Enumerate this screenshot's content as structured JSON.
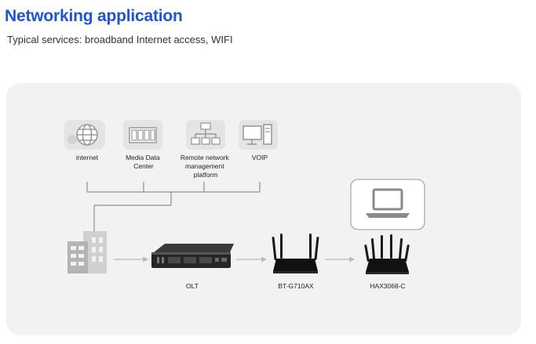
{
  "header": {
    "title": "Networking application",
    "subtitle": "Typical services: broadband Internet access, WIFI"
  },
  "services": [
    {
      "lines": [
        "internet"
      ],
      "icon": "globe-icon"
    },
    {
      "lines": [
        "Media Data",
        "Center"
      ],
      "icon": "server-rack-icon"
    },
    {
      "lines": [
        "Remote network",
        "management",
        "platform"
      ],
      "icon": "network-tree-icon"
    },
    {
      "lines": [
        "VOIP"
      ],
      "icon": "monitor-phone-icon"
    }
  ],
  "devices": {
    "building_icon": "office-building-icon",
    "olt": "OLT",
    "ont": "BT-G710AX",
    "router": "HAX3068-C",
    "laptop_icon": "laptop-icon"
  },
  "colors": {
    "title": "#1f55c6",
    "panel": "#f2f2f2",
    "icon": "#9a9a9a",
    "device": "#1a1a1a"
  }
}
